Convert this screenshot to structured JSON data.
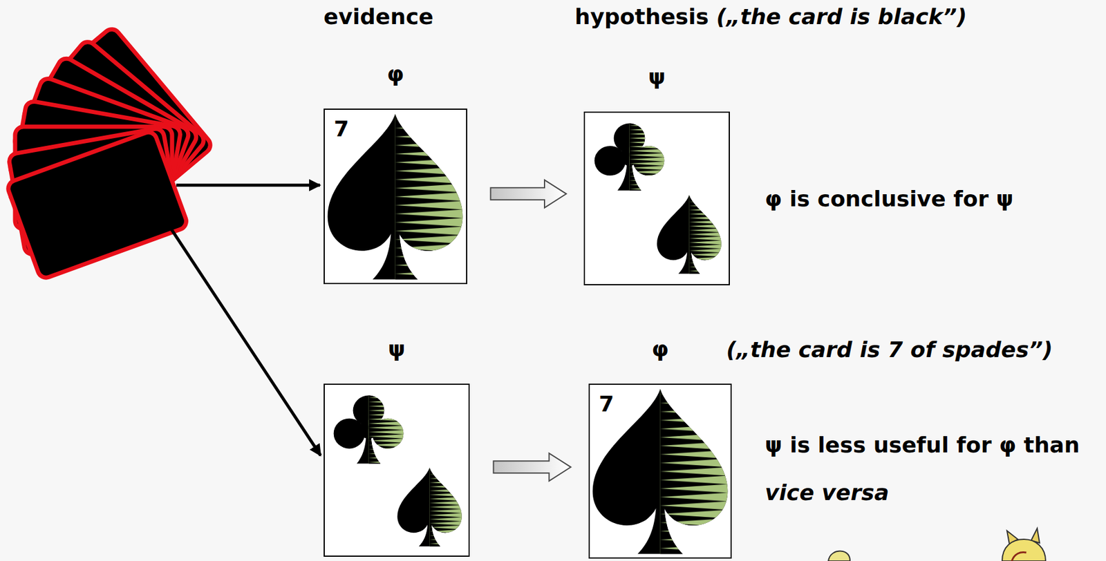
{
  "diagram": {
    "nodes": [
      {
        "text": [
          "φ",
          "7"
        ]
      },
      {
        "text": [
          "ψ"
        ]
      },
      {
        "text": [
          "ψ"
        ]
      },
      {
        "text": [
          "φ",
          "7"
        ]
      }
    ],
    "edges": [
      {
        "from": 0,
        "to": 1,
        "arrow": "to"
      },
      {
        "from": 2,
        "to": 3,
        "arrow": "to"
      }
    ],
    "labels": [
      "evidence",
      "hypothesis („the card is black”)",
      "φ is conclusive for ψ",
      "(„the card is 7 of spades”)",
      "ψ is less useful for φ than vice versa"
    ]
  }
}
